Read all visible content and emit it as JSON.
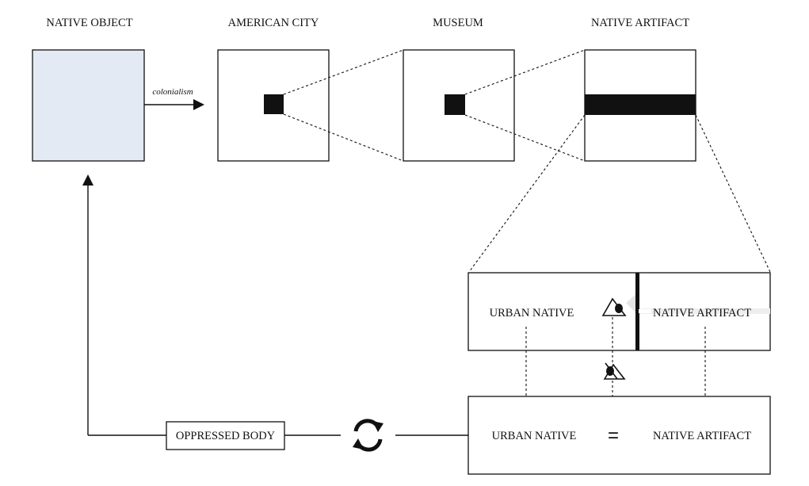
{
  "top_labels": {
    "native_object": "NATIVE OBJECT",
    "american_city": "AMERICAN CITY",
    "museum": "MUSEUM",
    "native_artifact": "NATIVE ARTIFACT"
  },
  "arrow_label": "colonialism",
  "lower_panel": {
    "left_label": "URBAN NATIVE",
    "right_label": "NATIVE ARTIFACT"
  },
  "equation_panel": {
    "left_label": "URBAN NATIVE",
    "equals": "=",
    "right_label": "NATIVE ARTIFACT"
  },
  "oppressed_body": "OPPRESSED BODY",
  "icons": {
    "eye": "eye-icon",
    "blocked_eye": "eye-slash-icon",
    "cycle": "refresh-cycle-icon"
  },
  "colors": {
    "native_object_fill": "#e4eaf4",
    "ink": "#111111"
  }
}
